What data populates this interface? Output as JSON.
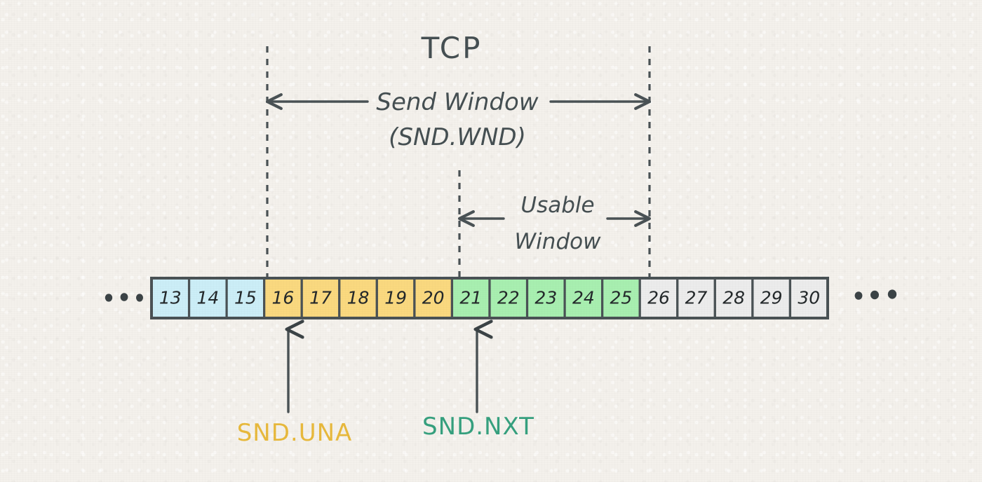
{
  "diagram": {
    "title_line1": "TCP",
    "title_line2": "Send Window",
    "title_line3": "(SND.WND)",
    "usable_line1": "Usable",
    "usable_line2": "Window",
    "pointer_una": "SND.UNA",
    "pointer_nxt": "SND.NXT",
    "ellipsis_left": "...",
    "ellipsis_right": "...",
    "colors": {
      "background": "#f4f1ec",
      "ink": "#4a5255",
      "sent_acked": "#cceef7",
      "sent_unacked": "#fad97f",
      "usable": "#a8efb0",
      "outside": "#ececec",
      "snd_una_label": "#e8b93c",
      "snd_nxt_label": "#35a07e"
    },
    "cells": [
      {
        "label": "13",
        "fill": "#cceef7",
        "category": "sent-acked"
      },
      {
        "label": "14",
        "fill": "#cceef7",
        "category": "sent-acked"
      },
      {
        "label": "15",
        "fill": "#cceef7",
        "category": "sent-acked"
      },
      {
        "label": "16",
        "fill": "#fad97f",
        "category": "sent-unacked"
      },
      {
        "label": "17",
        "fill": "#fad97f",
        "category": "sent-unacked"
      },
      {
        "label": "18",
        "fill": "#fad97f",
        "category": "sent-unacked"
      },
      {
        "label": "19",
        "fill": "#fad97f",
        "category": "sent-unacked"
      },
      {
        "label": "20",
        "fill": "#fad97f",
        "category": "sent-unacked"
      },
      {
        "label": "21",
        "fill": "#a8efb0",
        "category": "usable"
      },
      {
        "label": "22",
        "fill": "#a8efb0",
        "category": "usable"
      },
      {
        "label": "23",
        "fill": "#a8efb0",
        "category": "usable"
      },
      {
        "label": "24",
        "fill": "#a8efb0",
        "category": "usable"
      },
      {
        "label": "25",
        "fill": "#a8efb0",
        "category": "usable"
      },
      {
        "label": "26",
        "fill": "#ececec",
        "category": "outside-window"
      },
      {
        "label": "27",
        "fill": "#ececec",
        "category": "outside-window"
      },
      {
        "label": "28",
        "fill": "#ececec",
        "category": "outside-window"
      },
      {
        "label": "29",
        "fill": "#ececec",
        "category": "outside-window"
      },
      {
        "label": "30",
        "fill": "#ececec",
        "category": "outside-window"
      }
    ],
    "markers": {
      "snd_una_at_cell": "16",
      "snd_nxt_at_cell": "21",
      "send_window_start_cell": "16",
      "send_window_end_cell": "25",
      "usable_window_start_cell": "21",
      "usable_window_end_cell": "25"
    }
  }
}
